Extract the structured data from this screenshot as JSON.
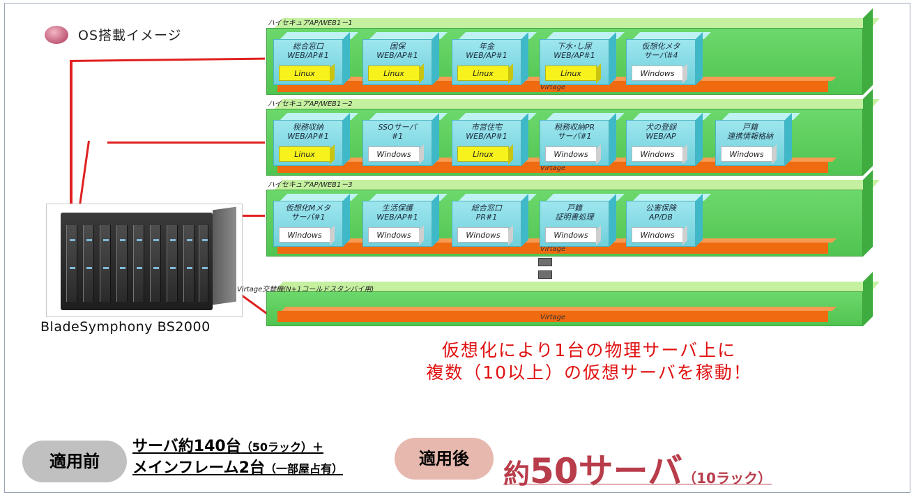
{
  "legend": {
    "label": "OS搭載イメージ"
  },
  "server": {
    "caption": "BladeSymphony BS2000"
  },
  "panels": [
    {
      "label": "ハイセキュアAP/WEB1－1",
      "virtage": "Virtage",
      "vms": [
        {
          "name": "総合窓口\nWEB/AP#1",
          "os": "Linux"
        },
        {
          "name": "国保\nWEB/AP#1",
          "os": "Linux"
        },
        {
          "name": "年金\nWEB/AP#1",
          "os": "Linux"
        },
        {
          "name": "下水･し尿\nWEB/AP#1",
          "os": "Linux"
        },
        {
          "name": "仮想化メタ\nサーバ#4",
          "os": "Windows"
        }
      ]
    },
    {
      "label": "ハイセキュアAP/WEB1－2",
      "virtage": "Virtage",
      "vms": [
        {
          "name": "税務収納\nWEB/AP#1",
          "os": "Linux"
        },
        {
          "name": "SSOサーバ\n#1",
          "os": "Windows"
        },
        {
          "name": "市営住宅\nWEB/AP#1",
          "os": "Linux"
        },
        {
          "name": "税務収納PR\nサーバ#1",
          "os": "Windows"
        },
        {
          "name": "犬の登録\nWEB/AP",
          "os": "Windows"
        },
        {
          "name": "戸籍\n連携情報格納",
          "os": "Windows"
        }
      ]
    },
    {
      "label": "ハイセキュアAP/WEB1－3",
      "virtage": "Virtage",
      "vms": [
        {
          "name": "仮想化Mメタ\nサーバ#1",
          "os": "Windows"
        },
        {
          "name": "生活保護\nWEB/AP#1",
          "os": "Windows"
        },
        {
          "name": "総合窓口\nPR#1",
          "os": "Windows"
        },
        {
          "name": "戸籍\n証明書処理",
          "os": "Windows"
        },
        {
          "name": "公害保険\nAP/DB",
          "os": "Windows"
        }
      ]
    },
    {
      "label": "Virtage交替機(N+1コールドスタンバイ用)",
      "virtage": "Virtage",
      "vms": []
    }
  ],
  "message": {
    "line1": "仮想化により1台の物理サーバ上に",
    "line2": "複数（10以上）の仮想サーバを稼動！"
  },
  "before": {
    "badge": "適用前",
    "line1_main": "サーバ約140台",
    "line1_sub": "（50ラック）＋",
    "line2_main": "メインフレーム2台",
    "line2_sub": "（一部屋占有）"
  },
  "after": {
    "badge": "適用後",
    "prefix": "約",
    "count": "50サーバ",
    "racks": "（10ラック）"
  },
  "colors": {
    "panel_green": "#5acb5a",
    "virtage_orange": "#f06a10",
    "vm_cyan": "#8fdfe8",
    "linux_yellow": "#f7f21c",
    "message_red": "#e01010",
    "after_red": "#b83c4a"
  }
}
